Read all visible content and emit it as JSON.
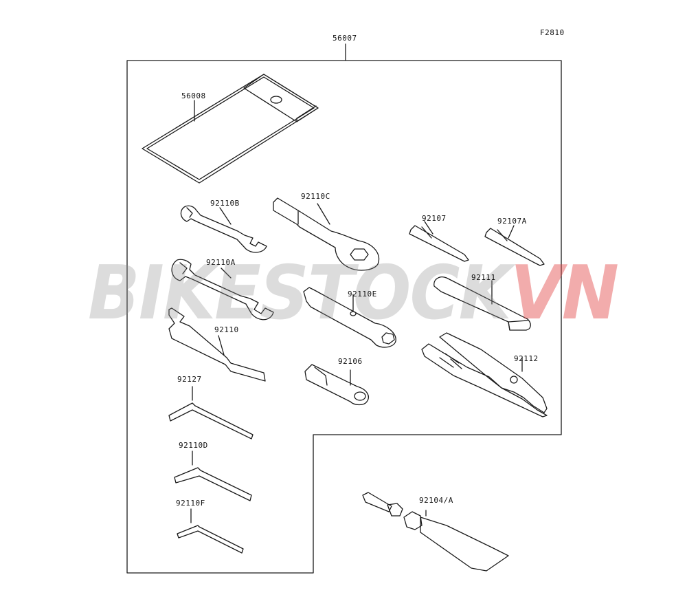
{
  "figure_code": "F2810",
  "assembly_label": "56007",
  "watermark": {
    "main": "BIKESTOCK",
    "accent": "VN",
    "main_color": "#8c8c8c",
    "accent_color": "#e24646"
  },
  "parts": [
    {
      "id": "56008",
      "name": "tool-bag"
    },
    {
      "id": "92110B",
      "name": "wrench-small"
    },
    {
      "id": "92110C",
      "name": "box-wrench"
    },
    {
      "id": "92107",
      "name": "screwdriver-bit"
    },
    {
      "id": "92107A",
      "name": "screwdriver-bit-a"
    },
    {
      "id": "92110A",
      "name": "wrench-large"
    },
    {
      "id": "92111",
      "name": "screwdriver-handle"
    },
    {
      "id": "92110E",
      "name": "socket-wrench"
    },
    {
      "id": "92110",
      "name": "hook-spanner"
    },
    {
      "id": "92112",
      "name": "pliers"
    },
    {
      "id": "92106",
      "name": "spark-plug-socket"
    },
    {
      "id": "92127",
      "name": "hex-key-large"
    },
    {
      "id": "92110D",
      "name": "hex-key-medium"
    },
    {
      "id": "92110F",
      "name": "hex-key-small"
    },
    {
      "id": "92104/A",
      "name": "grease-tube"
    }
  ],
  "line_color": "#1a1a1a"
}
